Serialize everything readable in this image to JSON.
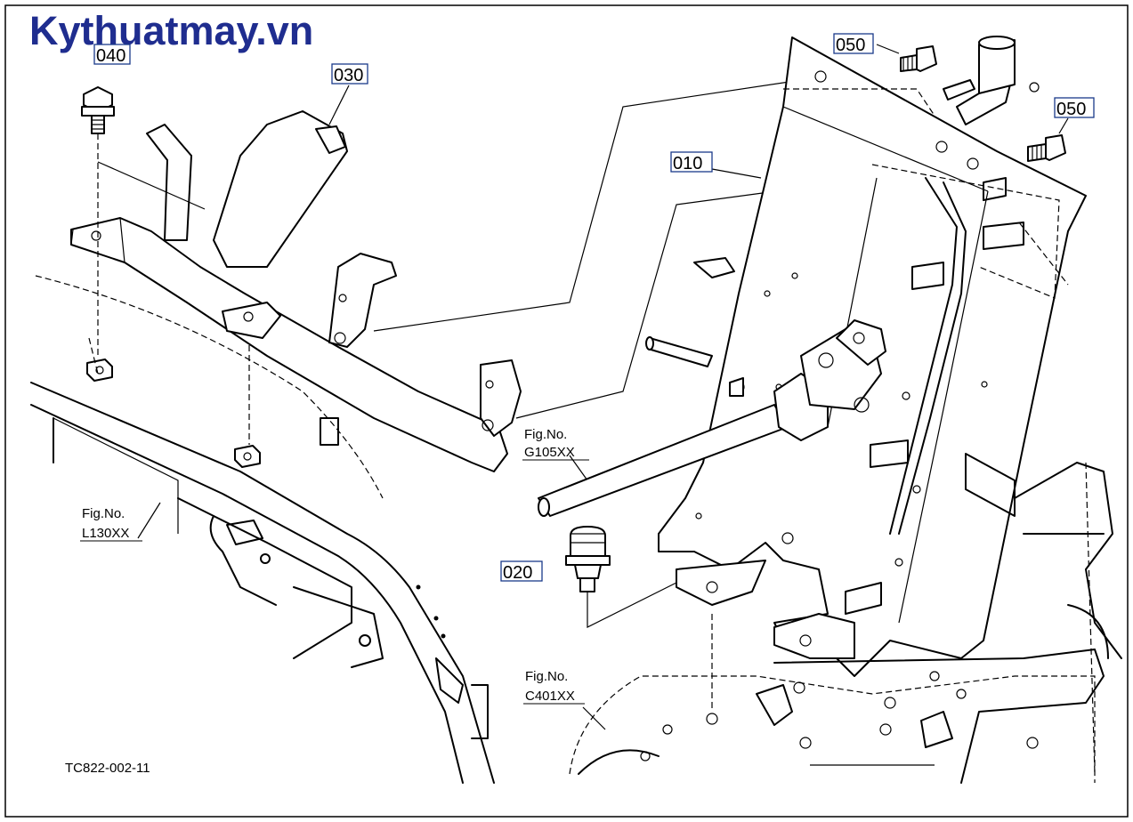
{
  "watermark": "Kythuatmay.vn",
  "drawing_code": "TC822-002-11",
  "parts": {
    "p010": "010",
    "p020": "020",
    "p030": "030",
    "p040": "040",
    "p050a": "050",
    "p050b": "050"
  },
  "figure_refs": {
    "g105": {
      "line1": "Fig.No.",
      "line2": "G105XX"
    },
    "l130": {
      "line1": "Fig.No.",
      "line2": "L130XX"
    },
    "c401": {
      "line1": "Fig.No.",
      "line2": "C401XX"
    }
  },
  "colors": {
    "watermark": "#1f2d8f",
    "label_border": "#1a3a8a",
    "line": "#000000"
  }
}
